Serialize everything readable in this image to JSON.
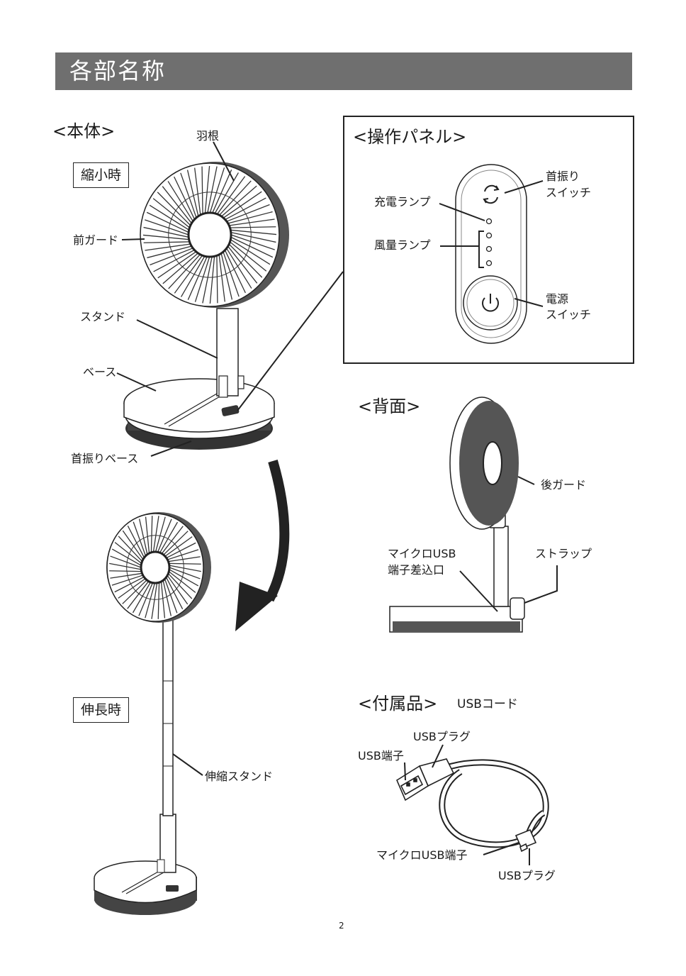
{
  "header": {
    "title": "各部名称"
  },
  "sections": {
    "main_body": "<本体>",
    "control_panel": "<操作パネル>",
    "back": "<背面>",
    "accessories": "<付属品>"
  },
  "states": {
    "compact": "縮小時",
    "extended": "伸長時"
  },
  "labels": {
    "blade": "羽根",
    "front_guard": "前ガード",
    "stand": "スタンド",
    "base": "ベース",
    "swing_base": "首振りベース",
    "telescopic_stand": "伸縮スタンド",
    "swing_switch_l1": "首振り",
    "swing_switch_l2": "スイッチ",
    "charge_lamp": "充電ランプ",
    "airflow_lamp": "風量ランプ",
    "power_switch_l1": "電源",
    "power_switch_l2": "スイッチ",
    "rear_guard": "後ガード",
    "micro_usb_port_l1": "マイクロUSB",
    "micro_usb_port_l2": "端子差込口",
    "strap": "ストラップ",
    "usb_cord": "USBコード",
    "usb_plug_top": "USBプラグ",
    "usb_terminal": "USB端子",
    "micro_usb_terminal": "マイクロUSB端子",
    "usb_plug_bottom": "USBプラグ"
  },
  "footer": {
    "page_number": "2"
  }
}
